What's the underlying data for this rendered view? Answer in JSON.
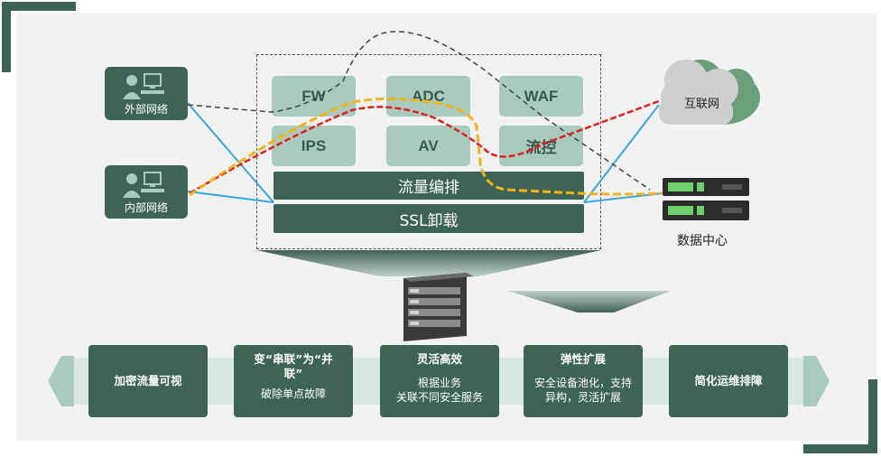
{
  "modules": {
    "fw": "FW",
    "adc": "ADC",
    "waf": "WAF",
    "ips": "IPS",
    "av": "AV",
    "flow_control": "流控"
  },
  "bars": {
    "orchestration": "流量编排",
    "ssl": "SSL卸载"
  },
  "networks": {
    "external": "外部网络",
    "internal": "内部网络"
  },
  "internet_label": "互联网",
  "datacenter_label": "数据中心",
  "features": [
    {
      "title": "加密流量可视",
      "desc": ""
    },
    {
      "title": "变“串联”为“并联”",
      "desc": "破除单点故障"
    },
    {
      "title": "灵活高效",
      "desc": "根据业务\n关联不同安全服务"
    },
    {
      "title": "弹性扩展",
      "desc": "安全设备池化，支持异构，灵活扩展"
    },
    {
      "title": "简化运维排障",
      "desc": ""
    }
  ],
  "colors": {
    "dark_green": "#3d6454",
    "light_green": "#a9cbbd",
    "band": "#d7e8e0",
    "cloud": "#6a9f7c",
    "red_path": "#e02020",
    "yellow_path": "#f2b418",
    "blue_link": "#3aa6dc"
  },
  "icons": [
    "user-computer-icon",
    "cloud-icon",
    "server-icon",
    "appliance-chassis-icon",
    "chevron-left-icon",
    "chevron-right-icon"
  ]
}
